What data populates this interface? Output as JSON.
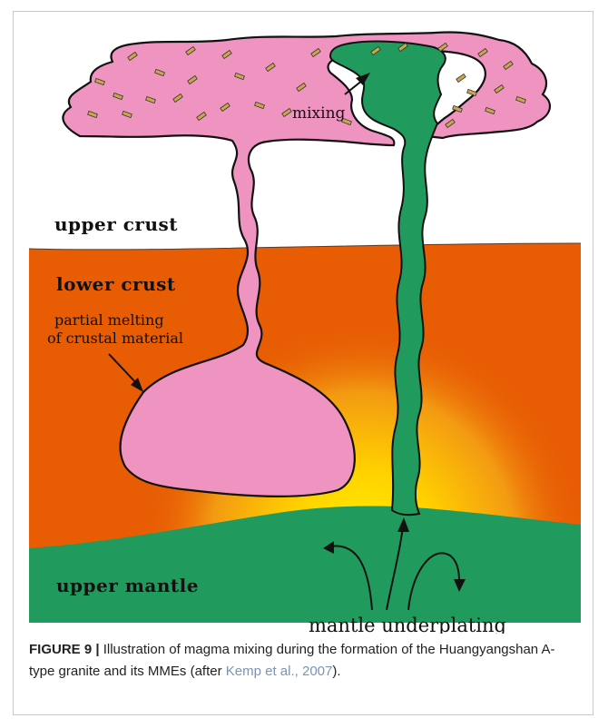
{
  "labels": {
    "mixing": "mixing",
    "upper_crust": "upper crust",
    "lower_crust": "lower crust",
    "partial_melting_line1": "partial melting",
    "partial_melting_line2": "of crustal material",
    "upper_mantle": "upper mantle",
    "mantle_underplating": "mantle underplating"
  },
  "caption": {
    "figure_label": "FIGURE 9 |",
    "text_before_ref": " Illustration of magma mixing during the formation of the Huangyangshan A-type granite and its MMEs (after ",
    "reference": "Kemp et al., 2007",
    "text_after_ref": ")."
  },
  "colors": {
    "lower_crust": "#e85d04",
    "heat_glow": "#ffe600",
    "mantle": "#219a5e",
    "pink_magma": "#ef93c0",
    "crystals": "#c9a84a"
  }
}
